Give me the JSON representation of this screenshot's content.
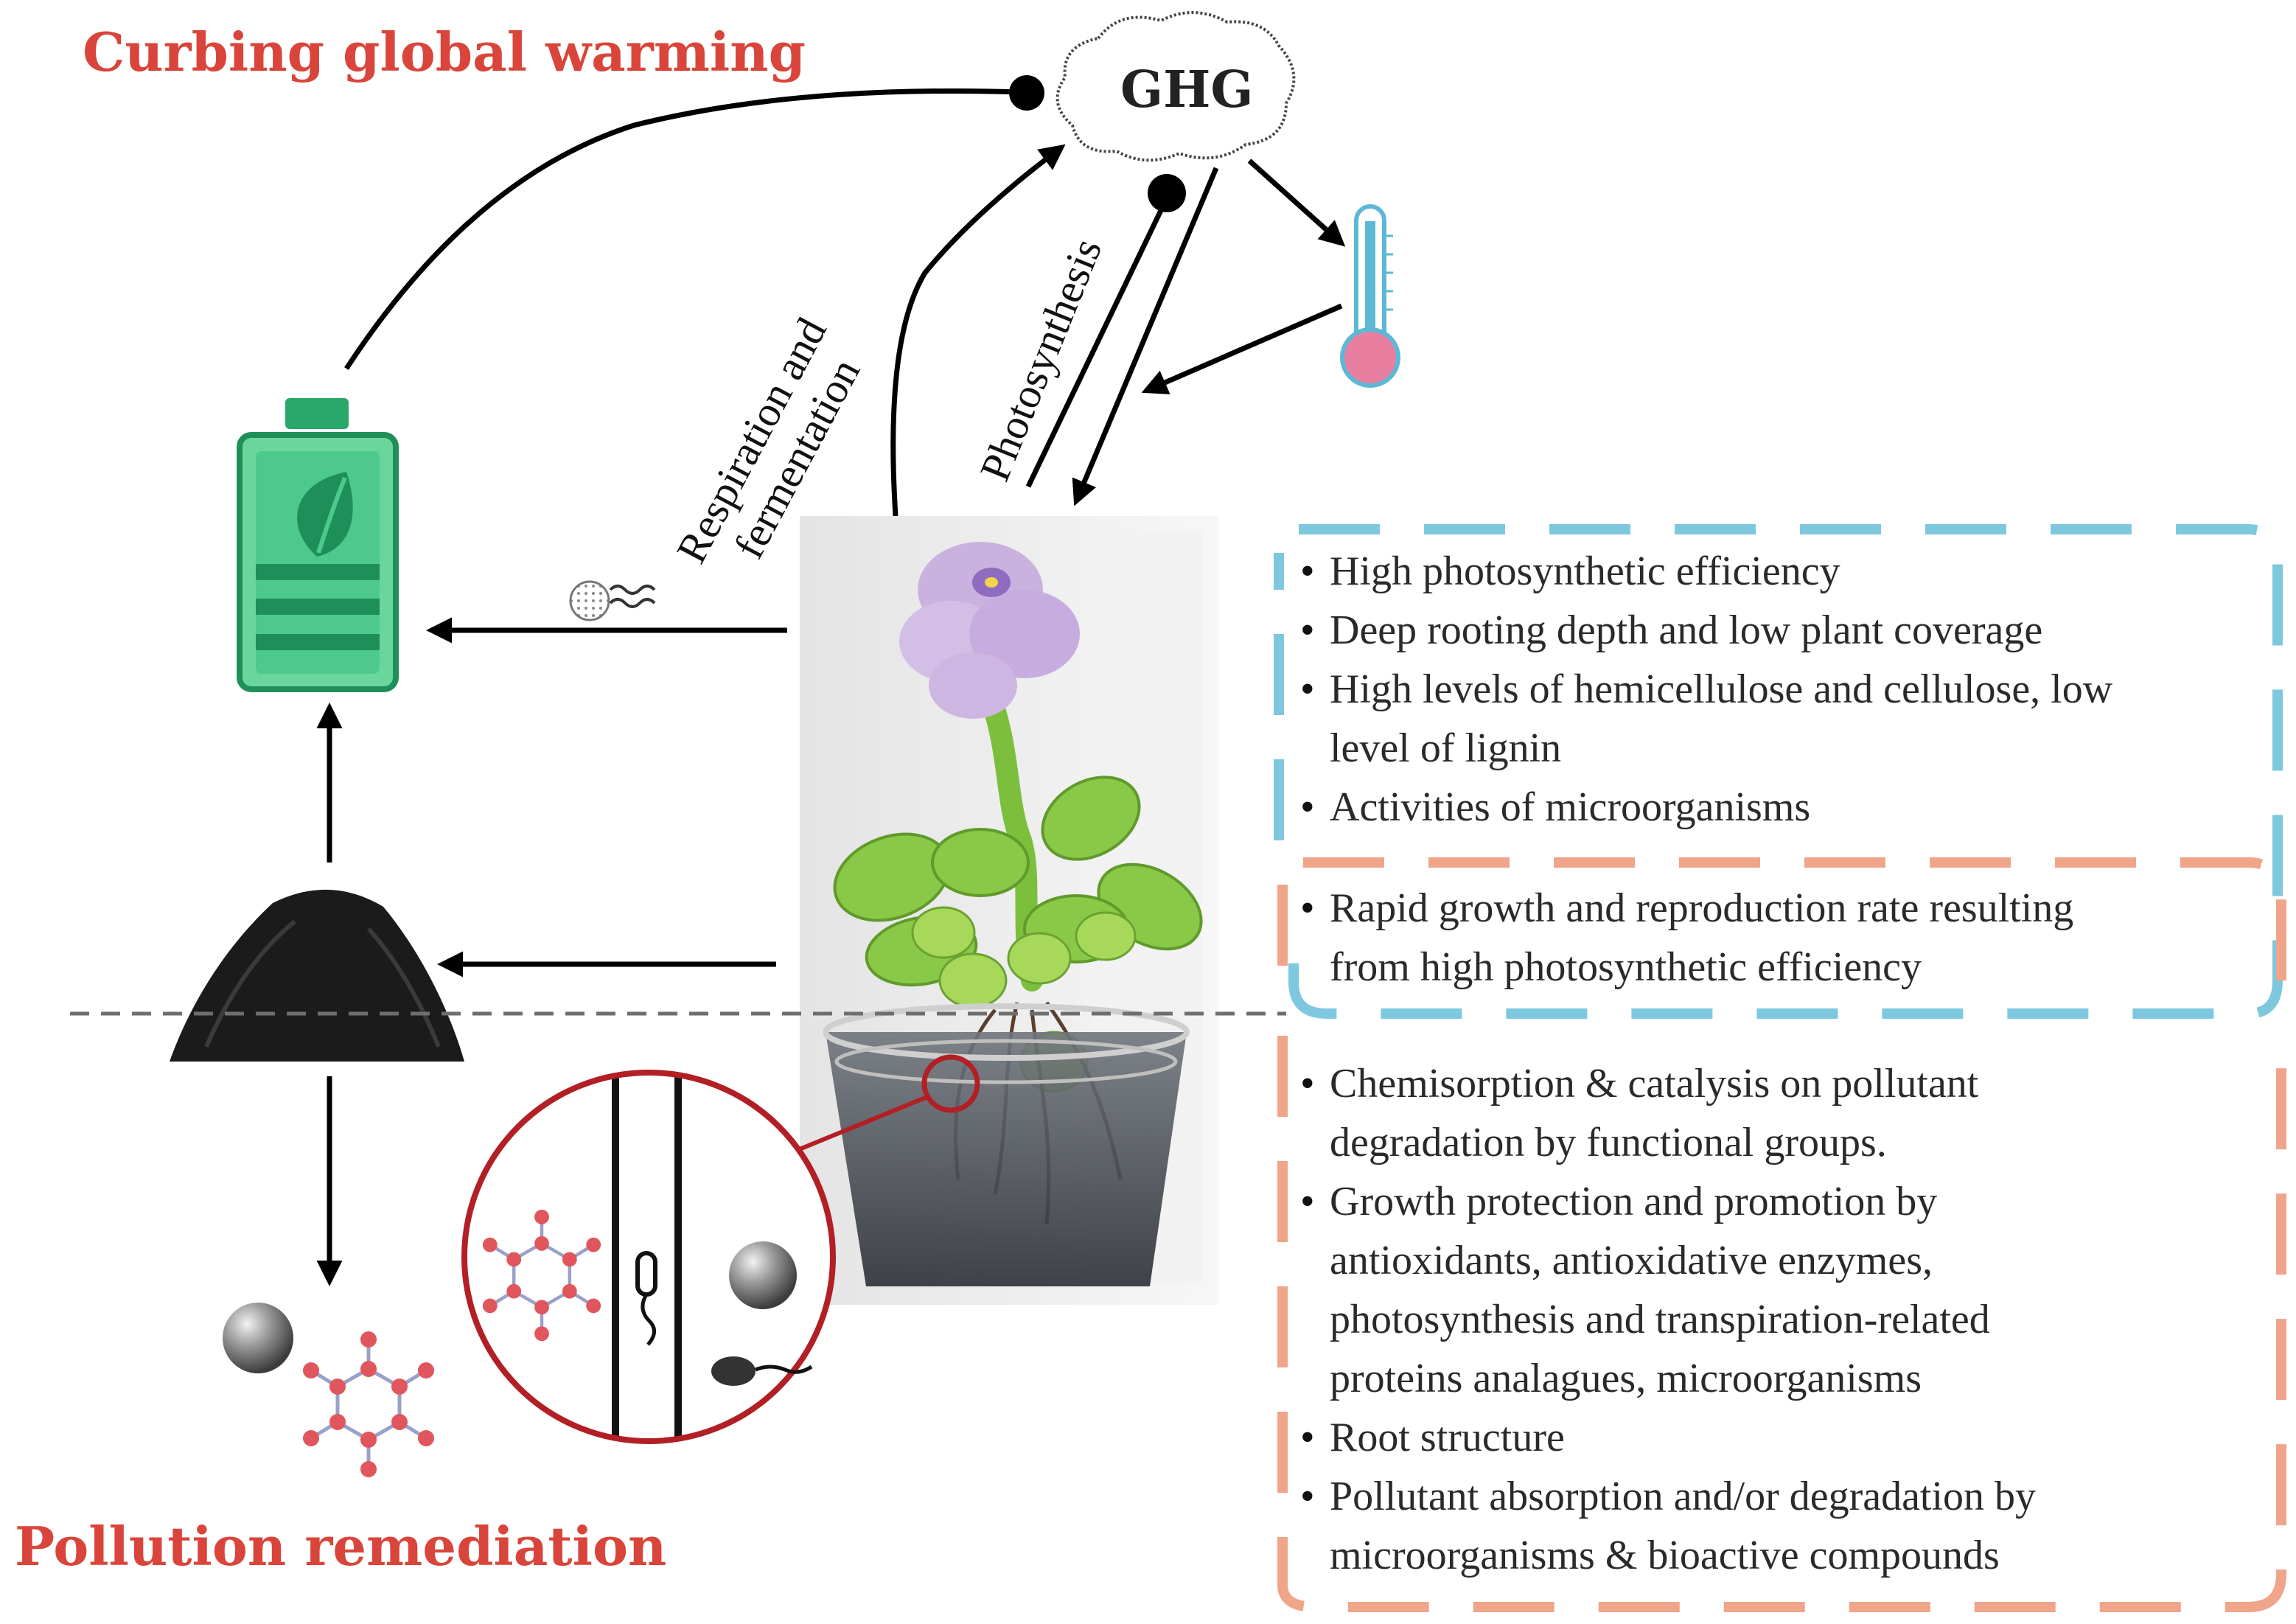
{
  "headings": {
    "curbing": "Curbing global warming",
    "remediation": "Pollution remediation"
  },
  "cloud": {
    "label": "GHG"
  },
  "processes": {
    "respiration_line1": "Respiration and",
    "respiration_line2": "fermentation",
    "photosynthesis": "Photosynthesis"
  },
  "panels": {
    "energy": {
      "color": "#7ec8df",
      "bullets": [
        "High photosynthetic efficiency",
        "Deep rooting depth and low plant coverage",
        "High levels of hemicellulose and cellulose, low",
        "level of lignin",
        "Activities of microorganisms"
      ]
    },
    "growth": {
      "color": "#f0a48a",
      "bullets": [
        "Rapid growth and reproduction rate resulting",
        "from high photosynthetic efficiency"
      ]
    },
    "remediation": {
      "color": "#f0a48a",
      "bullets": [
        "Chemisorption & catalysis on pollutant",
        "degradation by functional groups.",
        "Growth protection and promotion by",
        "antioxidants, antioxidative enzymes,",
        "photosynthesis and transpiration-related",
        "proteins analagues, microorganisms",
        "Root structure",
        "Pollutant absorption and/or degradation by",
        "microorganisms & bioactive compounds"
      ]
    }
  },
  "colors": {
    "heading": "#d9453a",
    "battery": "#4cc98b",
    "battery_dark": "#1f8f5a",
    "molecule": "#e0565c",
    "zoom_ring": "#b21f24"
  },
  "icons": {
    "battery": "leaf-battery-icon",
    "thermometer": "thermometer-icon",
    "gas": "gas-particle-icon",
    "biochar": "biochar-pile-icon",
    "metal": "metal-sphere-icon",
    "molecule": "pollutant-molecule-icon",
    "microbe": "microbe-icon"
  }
}
